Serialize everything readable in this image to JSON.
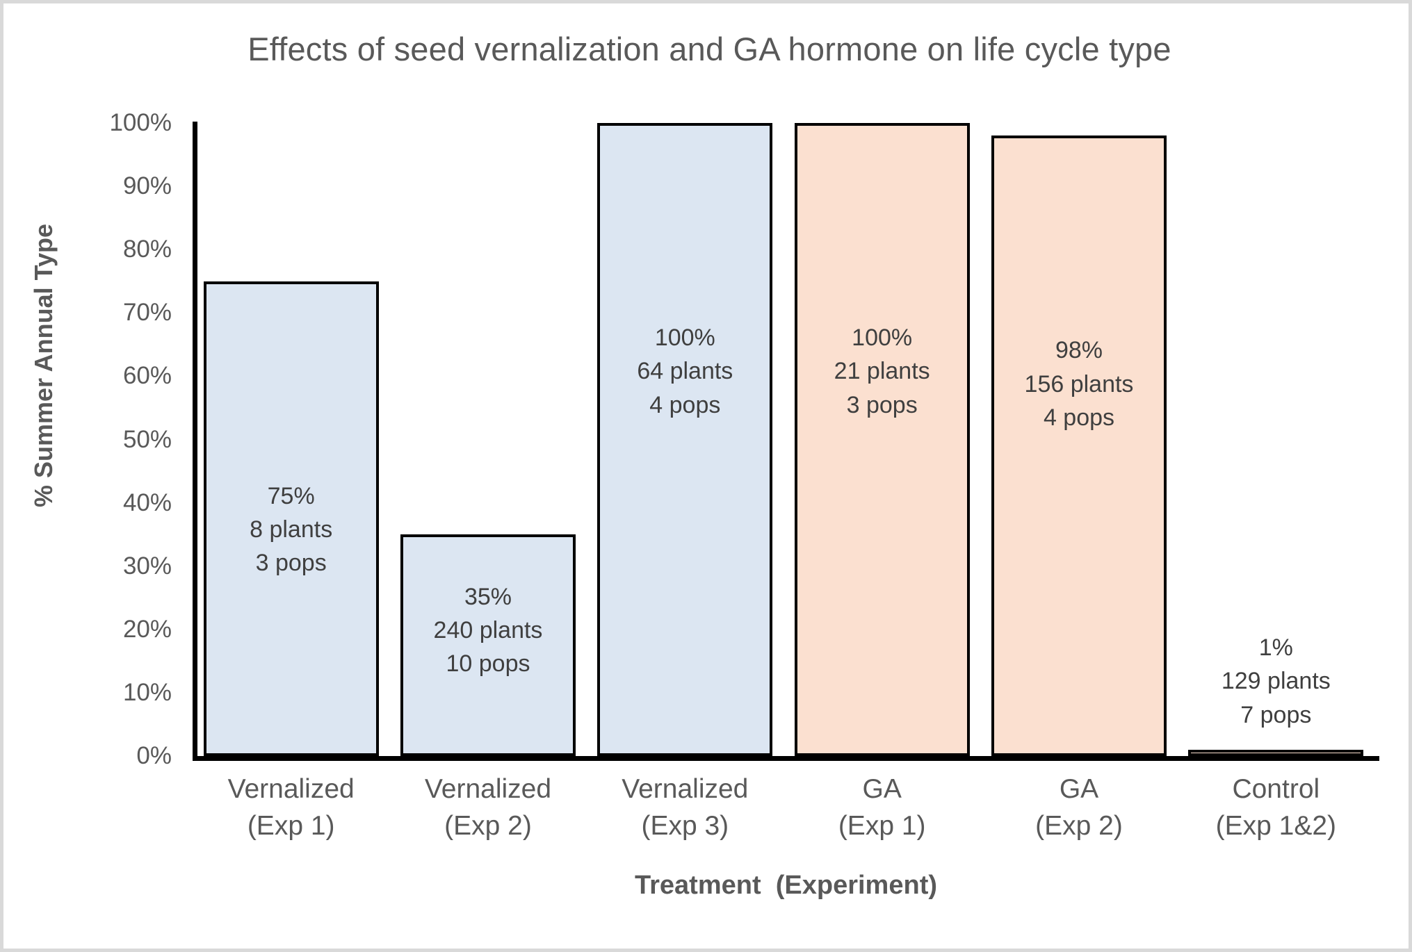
{
  "chart_data": {
    "type": "bar",
    "title": "Effects of seed vernalization and GA hormone on life cycle type",
    "xlabel": "Treatment  (Experiment)",
    "ylabel": "% Summer Annual Type",
    "ylim": [
      0,
      100
    ],
    "grid": false,
    "legend": "none",
    "ytick_labels": [
      "100%",
      "90%",
      "80%",
      "70%",
      "60%",
      "50%",
      "40%",
      "30%",
      "20%",
      "10%",
      "0%"
    ],
    "ytick_values": [
      100,
      90,
      80,
      70,
      60,
      50,
      40,
      30,
      20,
      10,
      0
    ],
    "categories": [
      "Vernalized\n(Exp 1)",
      "Vernalized\n(Exp 2)",
      "Vernalized\n(Exp 3)",
      "GA\n(Exp 1)",
      "GA\n(Exp 2)",
      "Control\n(Exp 1&2)"
    ],
    "values": [
      75,
      35,
      100,
      100,
      98,
      1
    ],
    "bars": [
      {
        "treatment": "Vernalized",
        "experiment": "(Exp 1)",
        "value": 75,
        "percent_label": "75%",
        "plants_label": "8 plants",
        "pops_label": "3 pops",
        "plants": 8,
        "pops": 3,
        "color": "#dce6f2"
      },
      {
        "treatment": "Vernalized",
        "experiment": "(Exp 2)",
        "value": 35,
        "percent_label": "35%",
        "plants_label": "240 plants",
        "pops_label": "10 pops",
        "plants": 240,
        "pops": 10,
        "color": "#dce6f2"
      },
      {
        "treatment": "Vernalized",
        "experiment": "(Exp 3)",
        "value": 100,
        "percent_label": "100%",
        "plants_label": "64 plants",
        "pops_label": "4 pops",
        "plants": 64,
        "pops": 4,
        "color": "#dce6f2"
      },
      {
        "treatment": "GA",
        "experiment": "(Exp 1)",
        "value": 100,
        "percent_label": "100%",
        "plants_label": "21 plants",
        "pops_label": "3 pops",
        "plants": 21,
        "pops": 3,
        "color": "#fbe0d0"
      },
      {
        "treatment": "GA",
        "experiment": "(Exp 2)",
        "value": 98,
        "percent_label": "98%",
        "plants_label": "156 plants",
        "pops_label": "4 pops",
        "plants": 156,
        "pops": 4,
        "color": "#fbe0d0"
      },
      {
        "treatment": "Control",
        "experiment": "(Exp 1&2)",
        "value": 1,
        "percent_label": "1%",
        "plants_label": "129 plants",
        "pops_label": "7 pops",
        "plants": 129,
        "pops": 7,
        "color": "#fbe0d0"
      }
    ],
    "colors": {
      "vernalized_fill": "#dce6f2",
      "ga_fill": "#fbe0d0",
      "bar_outline": "#000000",
      "text": "#595959",
      "label_text": "#3f3f3f",
      "canvas": "#ffffff",
      "frame": "#d9d9d9"
    }
  }
}
